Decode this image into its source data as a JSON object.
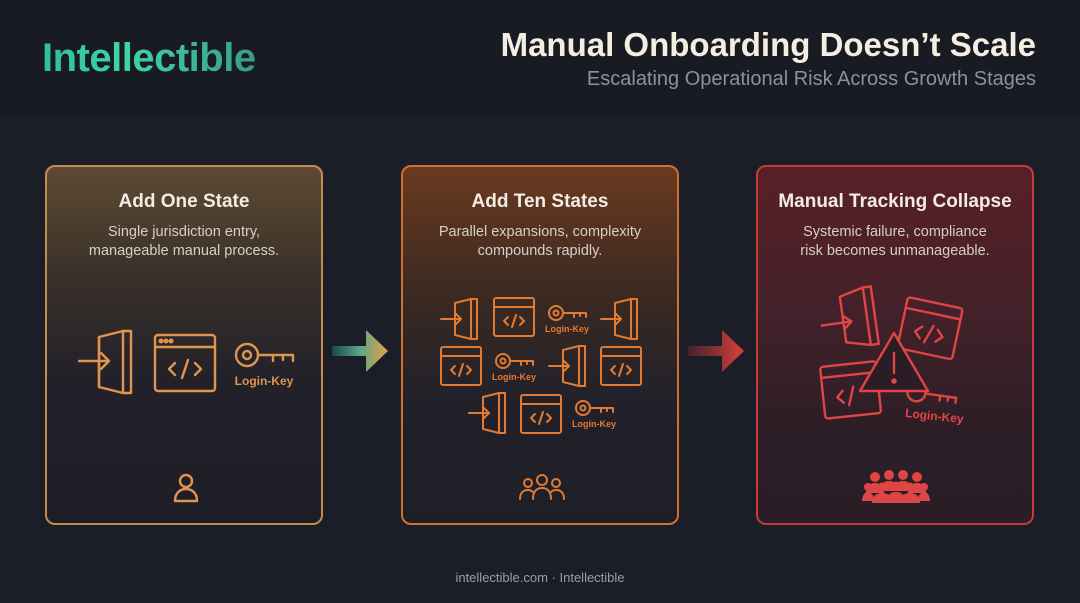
{
  "header": {
    "logo": "Intellectible",
    "title": "Manual Onboarding Doesn’t Scale",
    "subtitle": "Escalating Operational Risk Across Growth Stages"
  },
  "stages": [
    {
      "title": "Add One State",
      "description_lines": [
        "Single jurisdiction entry,",
        "manageable manual process."
      ],
      "key_label": "Login-Key",
      "accent": "#e0954f"
    },
    {
      "title": "Add Ten States",
      "description_lines": [
        "Parallel expansions, complexity",
        "compounds rapidly."
      ],
      "key_label": "Login-Key",
      "accent": "#e37a32"
    },
    {
      "title": "Manual Tracking Collapse",
      "description_lines": [
        "Systemic failure, compliance",
        "risk becomes unmanageable."
      ],
      "key_label": "Login-Key",
      "accent": "#e04545"
    }
  ],
  "icons": {
    "entry": "door-enter-icon",
    "code": "code-window-icon",
    "key": "key-icon",
    "warning": "warning-triangle-icon",
    "person": "person-icon",
    "group": "group-icon",
    "crowd": "crowd-icon"
  },
  "footer": "intellectible.com · Intellectible"
}
